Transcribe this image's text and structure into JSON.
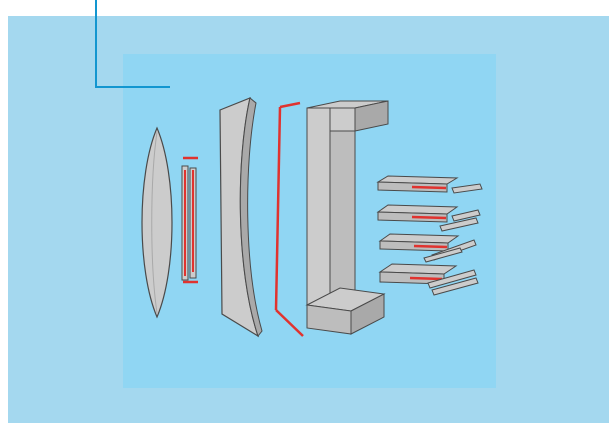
{
  "colors": {
    "page_background": "#ffffff",
    "outer_panel": "#a4d8ef",
    "inner_panel": "#90d6f3",
    "leader_line": "#1296d0",
    "component_face": "#cccccc",
    "component_shade": "#a9a9a9",
    "component_outline": "#4a4a4a",
    "accent_red": "#e0332f"
  },
  "components": [
    "biconvex-lens",
    "thin-red-spacer-pair",
    "concave-lens-block",
    "red-bracket-outline",
    "c-shaped-frame",
    "stacked-plate-set"
  ],
  "stacked_plates": {
    "count": 4
  }
}
